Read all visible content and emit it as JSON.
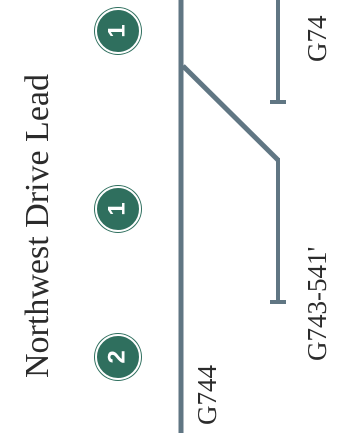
{
  "title": "Northwest Drive Lead",
  "badges": [
    {
      "value": "1"
    },
    {
      "value": "1"
    },
    {
      "value": "2"
    }
  ],
  "track_labels": {
    "main": "G744",
    "siding": "G743-541'",
    "top": "G74"
  },
  "colors": {
    "track": "#607683",
    "badge": "#2f6f5e",
    "text": "#2b2b2b"
  }
}
